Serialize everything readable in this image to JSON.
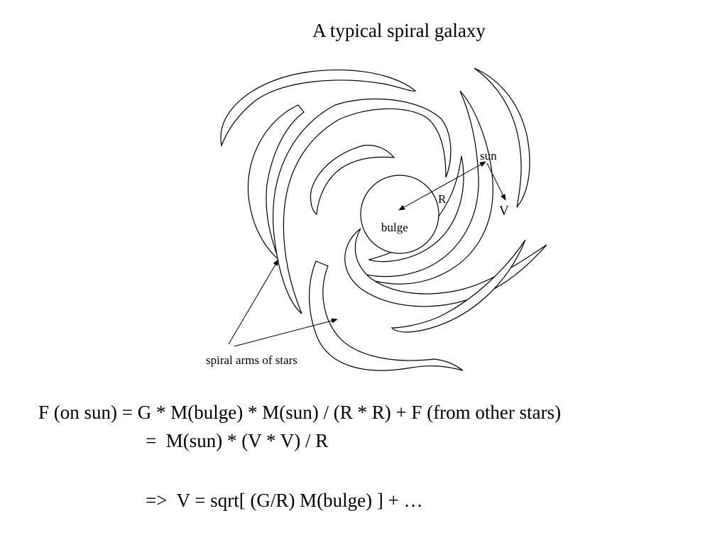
{
  "title": "A typical spiral galaxy",
  "labels": {
    "sun": "sun",
    "r": "R",
    "v": "V",
    "bulge": "bulge",
    "arms": "spiral arms of stars"
  },
  "equations": {
    "line1": "F (on sun) = G * M(bulge) * M(sun) / (R * R) + F (from other stars)",
    "line2": "=  M(sun) * (V * V) / R",
    "line3": "=>  V = sqrt[ (G/R) M(bulge) ] + …"
  }
}
